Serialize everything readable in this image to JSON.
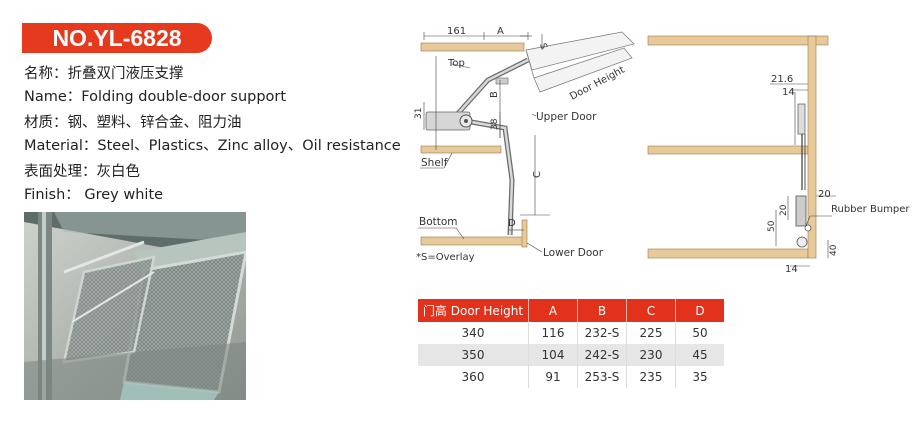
{
  "model": "NO.YL-6828",
  "specs": {
    "name_cn": "名称：折叠双门液压支撑",
    "name_en": "Name：Folding double-door support",
    "material_cn": "材质：钢、塑料、锌合金、阻力油",
    "material_en": "Material：Steel、Plastics、Zinc alloy、Oil resistance",
    "finish_cn": "表面处理：灰白色",
    "finish_en": "Finish：  Grey white"
  },
  "diagram_left": {
    "dim_161": "161",
    "dim_A": "A",
    "dim_S": "S",
    "top": "Top",
    "door_height": "Door Height",
    "dim_31": "31",
    "dim_B": "B",
    "dim_38": "38",
    "upper_door": "Upper Door",
    "shelf": "Shelf",
    "dim_C": "C",
    "bottom": "Bottom",
    "dim_D": "D",
    "lower_door": "Lower Door",
    "overlay_note": "*S=Overlay"
  },
  "diagram_right": {
    "dim_21_6": "21.6",
    "dim_14_top": "14",
    "dim_20_a": "20",
    "dim_20_b": "20",
    "dim_50": "50",
    "rubber_bumper": "Rubber Bumper",
    "dim_40": "40",
    "dim_14_bottom": "14"
  },
  "table": {
    "headers": [
      "门高 Door Height",
      "A",
      "B",
      "C",
      "D"
    ],
    "rows": [
      [
        "340",
        "116",
        "232-S",
        "225",
        "50"
      ],
      [
        "350",
        "104",
        "242-S",
        "230",
        "45"
      ],
      [
        "360",
        "91",
        "253-S",
        "235",
        "35"
      ]
    ]
  },
  "colors": {
    "accent": "#e63a1e",
    "wood": "#e8c99a",
    "row_alt": "#e6e6e6"
  }
}
